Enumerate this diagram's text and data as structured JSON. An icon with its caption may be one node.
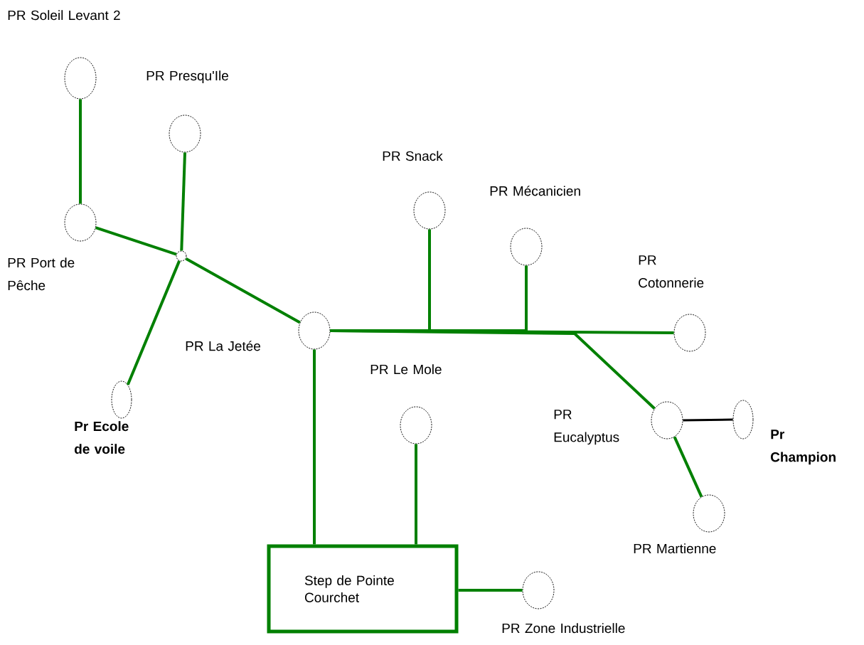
{
  "diagram": {
    "nodes": [
      {
        "text": [],
        "shape": "circle",
        "beside": [
          "PR Soleil Levant 2"
        ]
      },
      {
        "text": [],
        "shape": "circle",
        "beside": [
          "PR Port de Pêche"
        ]
      },
      {
        "text": [],
        "shape": "circle",
        "beside": [
          "PR Presqu'Ile"
        ]
      },
      {
        "text": [],
        "shape": "circle"
      },
      {
        "text": [],
        "shape": "circle",
        "beside": [
          "Pr Ecole de voile"
        ]
      },
      {
        "text": [],
        "shape": "circle",
        "beside": [
          "PR La Jetée"
        ]
      },
      {
        "text": [],
        "shape": "circle",
        "beside": [
          "PR Snack"
        ]
      },
      {
        "text": [],
        "shape": "circle",
        "beside": [
          "PR Mécanicien"
        ]
      },
      {
        "text": [],
        "shape": "circle",
        "beside": [
          "PR Cotonnerie"
        ]
      },
      {
        "text": [],
        "shape": "circle",
        "beside": [
          "PR Le Mole"
        ]
      },
      {
        "text": [],
        "shape": "circle",
        "beside": [
          "PR Eucalyptus"
        ]
      },
      {
        "text": [],
        "shape": "circle",
        "beside": [
          "Pr Champion"
        ]
      },
      {
        "text": [],
        "shape": "circle",
        "beside": [
          "PR Martienne"
        ]
      },
      {
        "text": [
          "Step de Pointe Courchet"
        ]
      },
      {
        "text": [],
        "shape": "circle",
        "beside": [
          "PR Zone Industrielle"
        ]
      }
    ],
    "edges": [
      {
        "from": 0,
        "to": 1,
        "arrow": "none"
      },
      {
        "from": 1,
        "to": 3,
        "arrow": "none"
      },
      {
        "from": 2,
        "to": 3,
        "arrow": "none"
      },
      {
        "from": 4,
        "to": 3,
        "arrow": "none"
      },
      {
        "from": 3,
        "to": 5,
        "arrow": "none"
      },
      {
        "from": 5,
        "to": 8,
        "arrow": "none"
      },
      {
        "from": 6,
        "to": 5,
        "arrow": "none"
      },
      {
        "from": 7,
        "to": 5,
        "arrow": "none"
      },
      {
        "from": 10,
        "to": 5,
        "arrow": "none"
      },
      {
        "from": 10,
        "to": 11,
        "arrow": "none",
        "color": "#000000"
      },
      {
        "from": 10,
        "to": 12,
        "arrow": "none"
      },
      {
        "from": 5,
        "to": 13,
        "arrow": "none"
      },
      {
        "from": 9,
        "to": 13,
        "arrow": "none"
      },
      {
        "from": 13,
        "to": 14,
        "arrow": "none"
      }
    ]
  }
}
